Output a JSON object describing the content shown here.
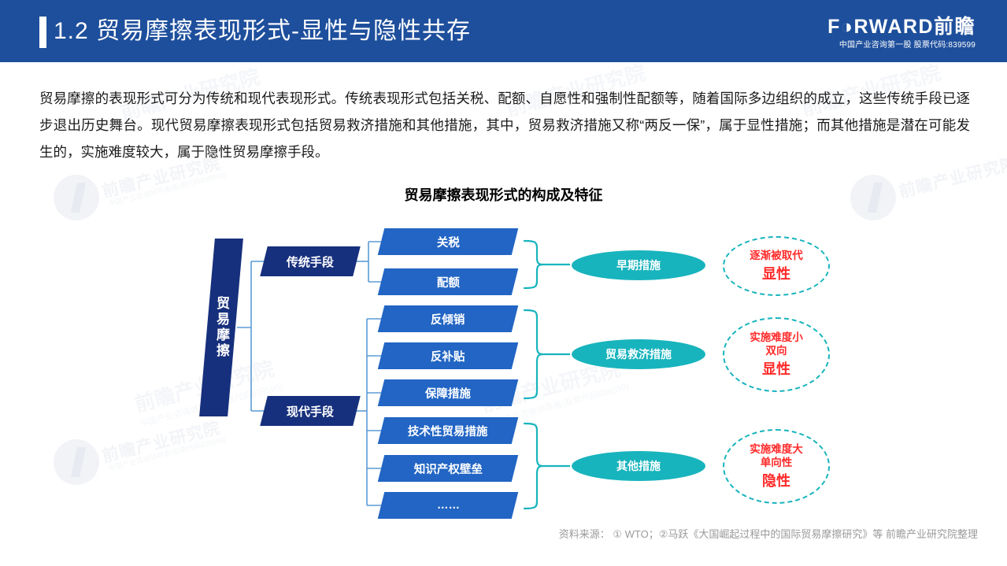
{
  "header": {
    "section_number": "1.2",
    "title": "1.2  贸易摩擦表现形式-显性与隐性共存",
    "logo_main": "F◑RWARD前瞻",
    "logo_sub": "中国产业咨询第一股  股票代码:839599",
    "bg_color": "#1e4f9c"
  },
  "body": {
    "paragraph": "贸易摩擦的表现形式可分为传统和现代表现形式。传统表现形式包括关税、配额、自愿性和强制性配额等，随着国际多边组织的成立，这些传统手段已逐步退出历史舞台。现代贸易摩擦表现形式包括贸易救济措施和其他措施，其中，贸易救济措施又称“两反一保”，属于显性措施；而其他措施是潜在可能发生的，实施难度较大，属于隐性贸易摩擦手段。"
  },
  "chart_title": "贸易摩擦表现形式的构成及特征",
  "diagram": {
    "root": "贸易摩擦",
    "branches": [
      {
        "label": "传统手段",
        "color": "#17307d"
      },
      {
        "label": "现代手段",
        "color": "#17307d"
      }
    ],
    "measures": [
      {
        "label": "关税",
        "group": "traditional"
      },
      {
        "label": "配额",
        "group": "traditional"
      },
      {
        "label": "反倾销",
        "group": "modern-relief"
      },
      {
        "label": "反补贴",
        "group": "modern-relief"
      },
      {
        "label": "保障措施",
        "group": "modern-relief"
      },
      {
        "label": "技术性贸易措施",
        "group": "modern-other"
      },
      {
        "label": "知识产权壁垒",
        "group": "modern-other"
      },
      {
        "label": "……",
        "group": "modern-other"
      }
    ],
    "categories": [
      {
        "label": "早期措施",
        "color": "#18b4bd"
      },
      {
        "label": "贸易救济措施",
        "color": "#18b4bd"
      },
      {
        "label": "其他措施",
        "color": "#18b4bd"
      }
    ],
    "traits": [
      {
        "lines": [
          "逐渐被取代"
        ],
        "emphasis": "显性"
      },
      {
        "lines": [
          "实施难度小",
          "双向"
        ],
        "emphasis": "显性"
      },
      {
        "lines": [
          "实施难度大",
          "单向性"
        ],
        "emphasis": "隐性"
      }
    ],
    "colors": {
      "level1_box": "#17307d",
      "level2_box": "#2265c4",
      "ellipse": "#18b4bd",
      "connector_blue": "#5b9bd5",
      "connector_teal": "#18b4bd",
      "trait_text": "#ff2a2a"
    }
  },
  "source": "资料来源： ① WTO；②马跃《大国崛起过程中的国际贸易摩擦研究》等  前瞻产业研究院整理",
  "watermark": {
    "brand": "前瞻产业研究院",
    "sub": "中国产业咨询领导者(股票代码839599)"
  }
}
